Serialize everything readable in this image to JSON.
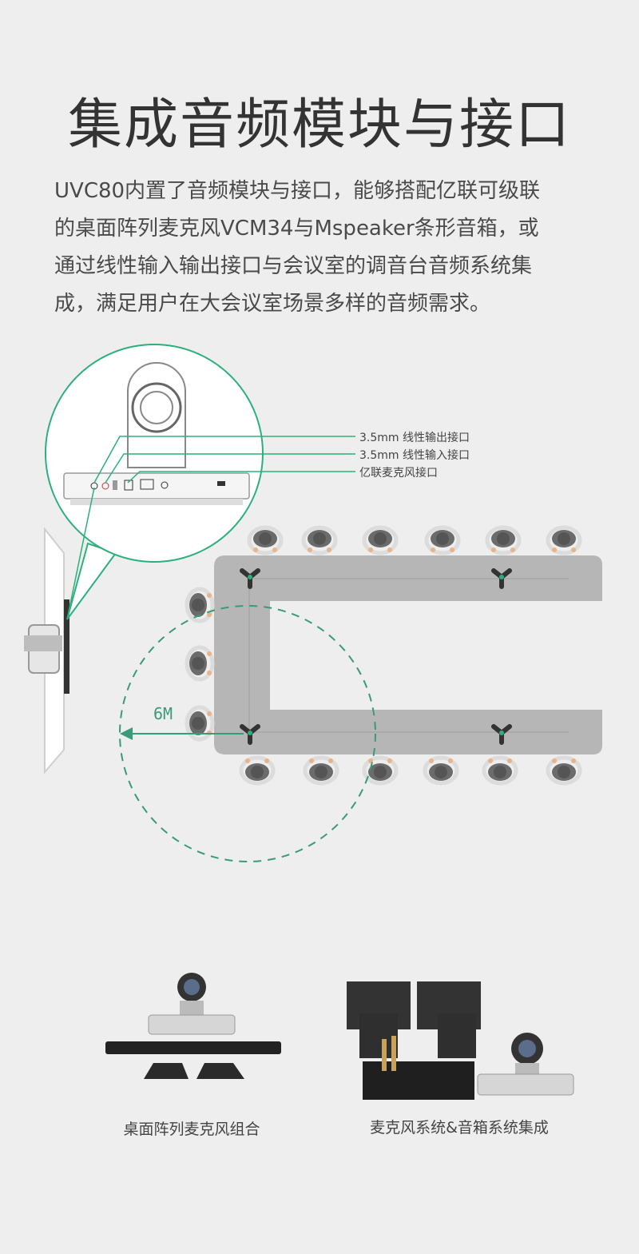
{
  "title": "集成音频模块与接口",
  "description": [
    "UVC80内置了音频模块与接口，能够搭配亿联可级联",
    "的桌面阵列麦克风VCM34与Mspeaker条形音箱，或",
    "通过线性输入输出接口与会议室的调音台音频系统集",
    "成，满足用户在大会议室场景多样的音频需求。"
  ],
  "diagram": {
    "callouts": [
      "3.5mm 线性输出接口",
      "3.5mm 线性输入接口",
      "亿联麦克风接口"
    ],
    "distance_label": "6M",
    "accent_color": "#2bb07d"
  },
  "products": {
    "left_caption": "桌面阵列麦克风组合",
    "right_caption": "麦克风系统&音箱系统集成"
  }
}
